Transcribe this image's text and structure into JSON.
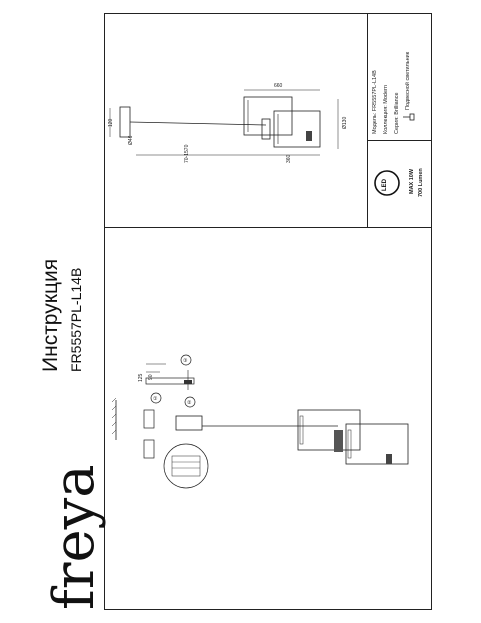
{
  "brand": "freya",
  "header": {
    "title": "Инструкция",
    "model": "FR5557PL-L14B"
  },
  "specs": {
    "model_label": "Модель:",
    "model_value": "FR5557PL-L14B",
    "collection_label": "Коллекция:",
    "collection_value": "Modern",
    "series_label": "Серия:",
    "series_value": "Brilliance",
    "type_value": "Подвесной светильник"
  },
  "led": {
    "badge": "LED",
    "power": "MAX 10W",
    "lumen": "700 Lumen"
  },
  "dimensions": {
    "top_length": "660",
    "lower_length": "360",
    "cable_range": "70-1570",
    "canopy_height": "120",
    "canopy_width": "Ø46",
    "disc_diameter": "Ø130",
    "small_a": "125",
    "small_b": "90"
  },
  "steps": {
    "s1": "①",
    "s2": "②",
    "s3": "③"
  },
  "colors": {
    "line": "#222222",
    "background": "#ffffff"
  }
}
